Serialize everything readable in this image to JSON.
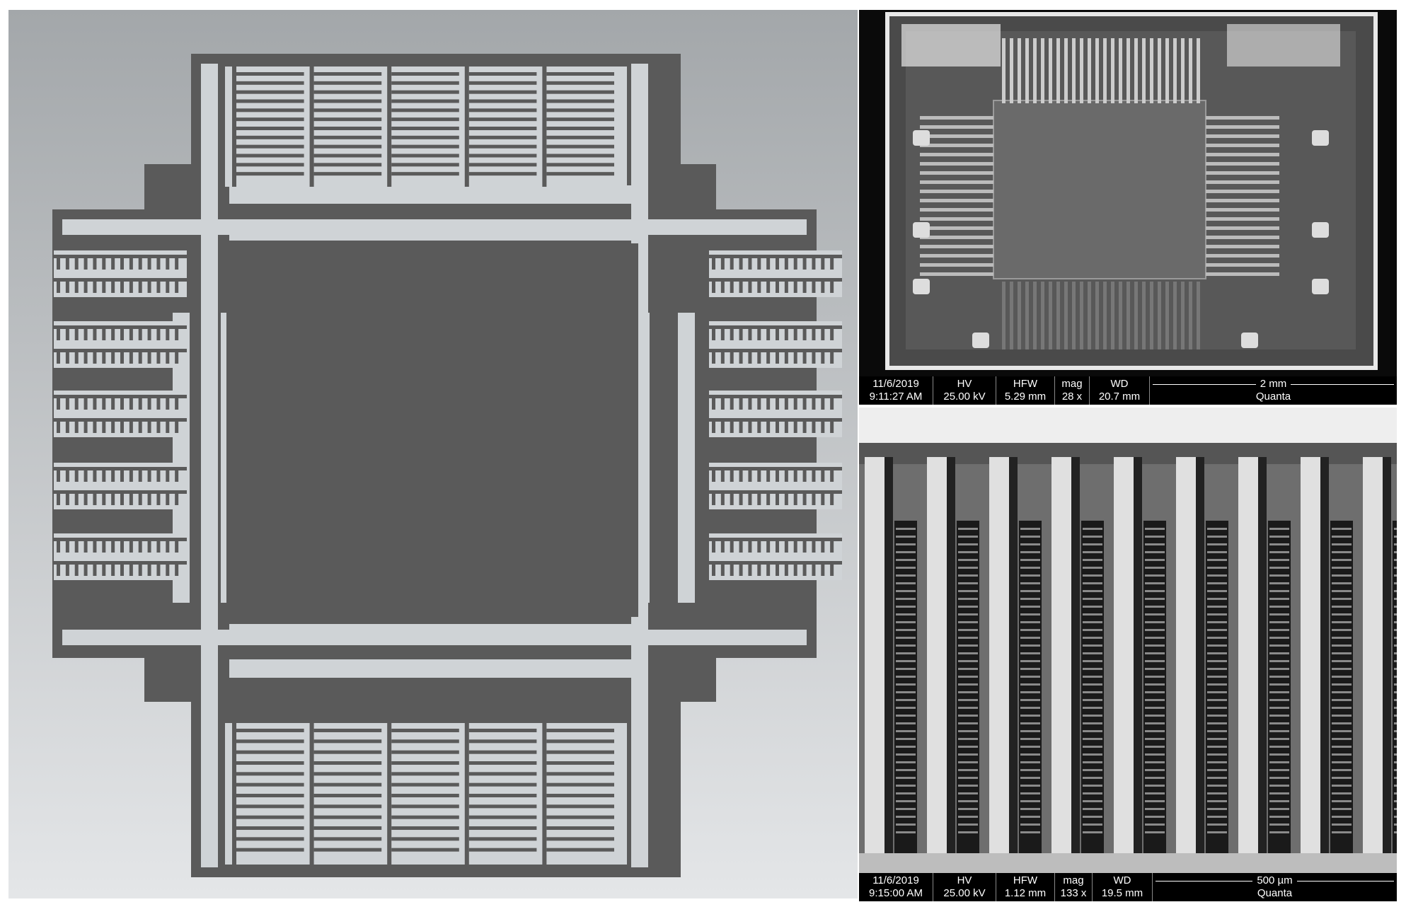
{
  "sem_top": {
    "date": "11/6/2019",
    "time": "9:11:27 AM",
    "hv_label": "HV",
    "hv_value": "25.00 kV",
    "hfw_label": "HFW",
    "hfw_value": "5.29 mm",
    "mag_label": "mag",
    "mag_value": "28 x",
    "wd_label": "WD",
    "wd_value": "20.7 mm",
    "scale_bar": "2 mm",
    "instrument": "Quanta"
  },
  "sem_bottom": {
    "date": "11/6/2019",
    "time": "9:15:00 AM",
    "hv_label": "HV",
    "hv_value": "25.00 kV",
    "hfw_label": "HFW",
    "hfw_value": "1.12 mm",
    "mag_label": "mag",
    "mag_value": "133 x",
    "wd_label": "WD",
    "wd_value": "19.5 mm",
    "scale_bar": "500 µm",
    "instrument": "Quanta"
  },
  "colors": {
    "structure": "#5a5a5a",
    "background_top": "#a3a7aa",
    "background_bottom": "#e4e6e8",
    "sem_bright": "#e8e8e8",
    "sem_dark": "#1a1a1a"
  }
}
